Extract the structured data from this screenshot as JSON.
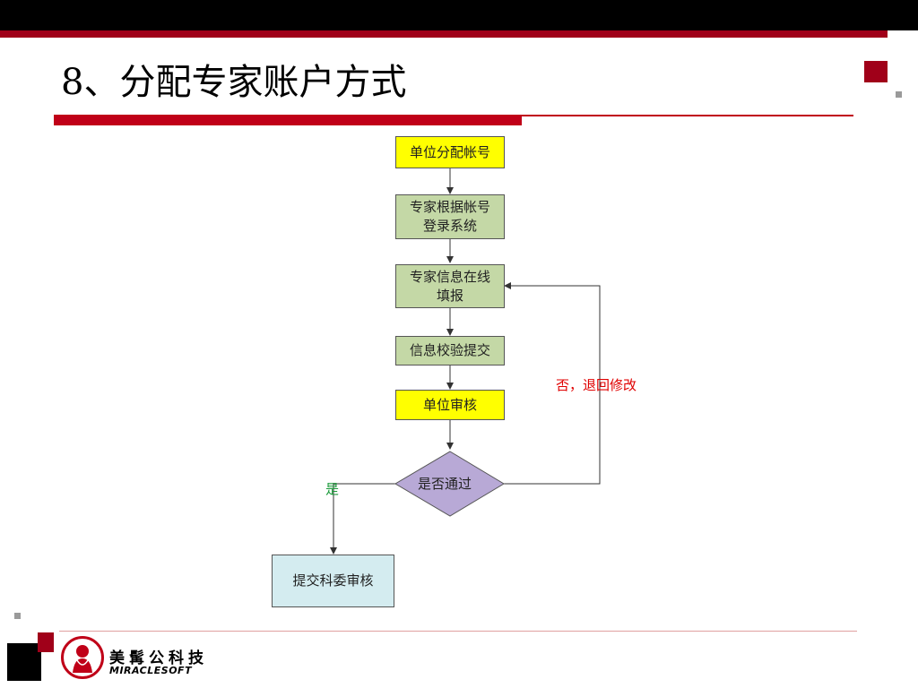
{
  "slide": {
    "title": "8、分配专家账户方式",
    "logo": {
      "cn": "美髯公科技",
      "en": "MIRACLESOFT"
    }
  },
  "flow": {
    "step1": "单位分配帐号",
    "step2_line1": "专家根据帐号",
    "step2_line2": "登录系统",
    "step3_line1": "专家信息在线",
    "step3_line2": "填报",
    "step4": "信息校验提交",
    "step5": "单位审核",
    "decision": "是否通过",
    "yes_label": "是",
    "no_label": "否，退回修改",
    "final": "提交科委审核"
  },
  "colors": {
    "accent_red": "#c00018",
    "yellow_box": "#ffff00",
    "green_box": "#c4d8a6",
    "blue_box": "#d4ecf0",
    "decision_fill": "#b8a9d6",
    "yes_color": "#1a9a3a",
    "no_color": "#e00000"
  }
}
